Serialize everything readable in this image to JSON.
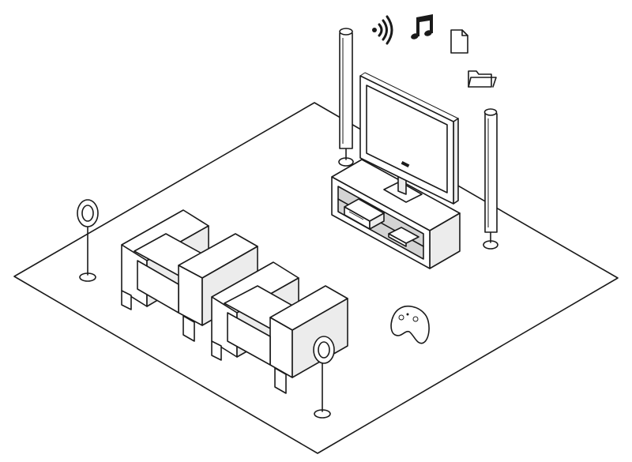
{
  "colors": {
    "stroke": "#1a1a1a",
    "background": "#ffffff",
    "shade": "#ececec"
  },
  "icons": [
    "wireless-signal-icon",
    "music-note-icon",
    "document-icon",
    "folder-icon"
  ],
  "objects": [
    "room-floor",
    "tower-speaker-left",
    "tower-speaker-right",
    "television",
    "tv-stand",
    "media-player",
    "satellite-speaker-left",
    "satellite-speaker-front",
    "armchair-back",
    "armchair-front",
    "game-controller"
  ]
}
